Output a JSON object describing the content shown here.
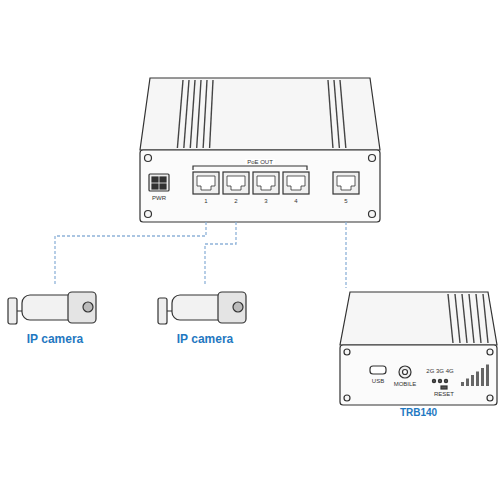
{
  "diagram": {
    "nodes": [
      {
        "text": [
          "PoE OUT"
        ]
      },
      {
        "text": [
          "IP camera"
        ]
      },
      {
        "text": [
          "IP camera"
        ]
      },
      {
        "text": [
          "TRB140"
        ]
      }
    ],
    "edges": [
      {
        "from": 0,
        "to": 1,
        "arrow": "none"
      },
      {
        "from": 0,
        "to": 2,
        "arrow": "none"
      },
      {
        "from": 0,
        "to": 3,
        "arrow": "none"
      }
    ],
    "labels": [
      "PWR",
      "1",
      "2",
      "3",
      "4",
      "5",
      "USB",
      "MOBILE",
      "2G 3G 4G",
      "RESET"
    ]
  }
}
